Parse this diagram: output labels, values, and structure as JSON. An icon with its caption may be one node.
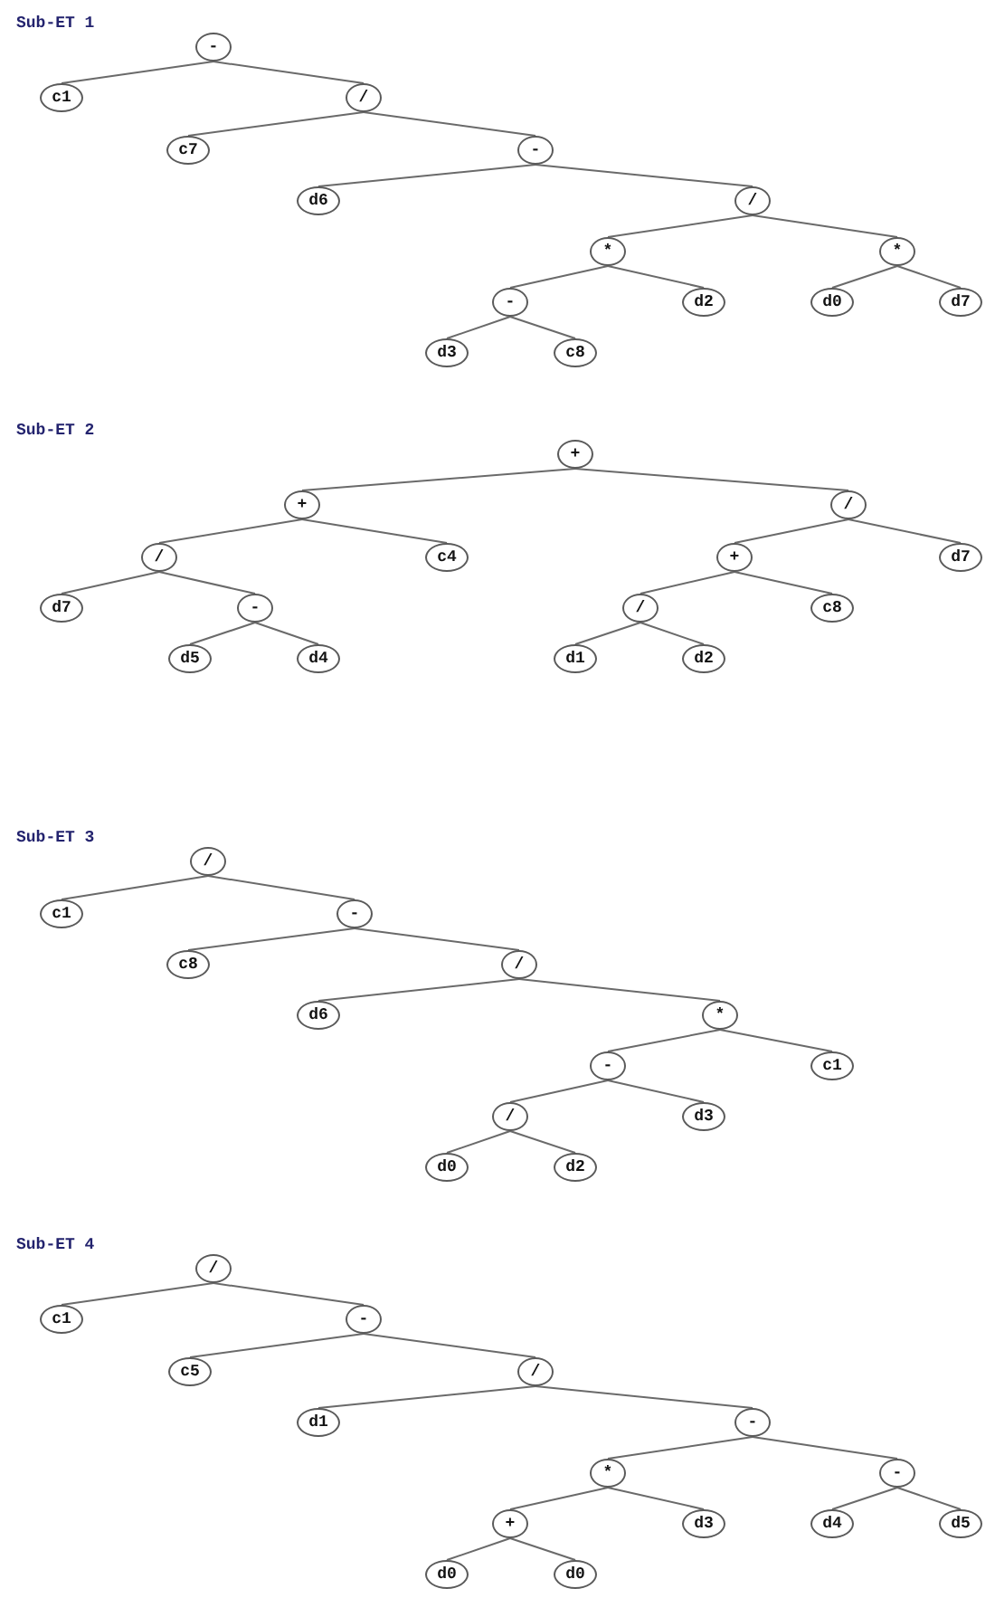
{
  "diagram": {
    "nodes": [
      {
        "text": [
          "-"
        ]
      },
      {
        "text": [
          "c1"
        ]
      },
      {
        "text": [
          "/"
        ]
      },
      {
        "text": [
          "c7"
        ]
      },
      {
        "text": [
          "-"
        ]
      },
      {
        "text": [
          "d6"
        ]
      },
      {
        "text": [
          "/"
        ]
      },
      {
        "text": [
          "*"
        ]
      },
      {
        "text": [
          "*"
        ]
      },
      {
        "text": [
          "-"
        ]
      },
      {
        "text": [
          "d2"
        ]
      },
      {
        "text": [
          "d0"
        ]
      },
      {
        "text": [
          "d7"
        ]
      },
      {
        "text": [
          "d3"
        ]
      },
      {
        "text": [
          "c8"
        ]
      },
      {
        "text": [
          "+"
        ]
      },
      {
        "text": [
          "+"
        ]
      },
      {
        "text": [
          "/"
        ]
      },
      {
        "text": [
          "/"
        ]
      },
      {
        "text": [
          "c4"
        ]
      },
      {
        "text": [
          "+"
        ]
      },
      {
        "text": [
          "d7"
        ]
      },
      {
        "text": [
          "d7"
        ]
      },
      {
        "text": [
          "-"
        ]
      },
      {
        "text": [
          "/"
        ]
      },
      {
        "text": [
          "c8"
        ]
      },
      {
        "text": [
          "d5"
        ]
      },
      {
        "text": [
          "d4"
        ]
      },
      {
        "text": [
          "d1"
        ]
      },
      {
        "text": [
          "d2"
        ]
      },
      {
        "text": [
          "/"
        ]
      },
      {
        "text": [
          "c1"
        ]
      },
      {
        "text": [
          "-"
        ]
      },
      {
        "text": [
          "c8"
        ]
      },
      {
        "text": [
          "/"
        ]
      },
      {
        "text": [
          "d6"
        ]
      },
      {
        "text": [
          "*"
        ]
      },
      {
        "text": [
          "-"
        ]
      },
      {
        "text": [
          "c1"
        ]
      },
      {
        "text": [
          "/"
        ]
      },
      {
        "text": [
          "d3"
        ]
      },
      {
        "text": [
          "d0"
        ]
      },
      {
        "text": [
          "d2"
        ]
      },
      {
        "text": [
          "/"
        ]
      },
      {
        "text": [
          "c1"
        ]
      },
      {
        "text": [
          "-"
        ]
      },
      {
        "text": [
          "c5"
        ]
      },
      {
        "text": [
          "/"
        ]
      },
      {
        "text": [
          "d1"
        ]
      },
      {
        "text": [
          "-"
        ]
      },
      {
        "text": [
          "*"
        ]
      },
      {
        "text": [
          "-"
        ]
      },
      {
        "text": [
          "+"
        ]
      },
      {
        "text": [
          "d3"
        ]
      },
      {
        "text": [
          "d4"
        ]
      },
      {
        "text": [
          "d5"
        ]
      },
      {
        "text": [
          "d0"
        ]
      },
      {
        "text": [
          "d0"
        ]
      }
    ],
    "edges": [
      {
        "from": 0,
        "to": 1,
        "arrow": "none"
      },
      {
        "from": 0,
        "to": 2,
        "arrow": "none"
      },
      {
        "from": 2,
        "to": 3,
        "arrow": "none"
      },
      {
        "from": 2,
        "to": 4,
        "arrow": "none"
      },
      {
        "from": 4,
        "to": 5,
        "arrow": "none"
      },
      {
        "from": 4,
        "to": 6,
        "arrow": "none"
      },
      {
        "from": 6,
        "to": 7,
        "arrow": "none"
      },
      {
        "from": 6,
        "to": 8,
        "arrow": "none"
      },
      {
        "from": 7,
        "to": 9,
        "arrow": "none"
      },
      {
        "from": 7,
        "to": 10,
        "arrow": "none"
      },
      {
        "from": 8,
        "to": 11,
        "arrow": "none"
      },
      {
        "from": 8,
        "to": 12,
        "arrow": "none"
      },
      {
        "from": 9,
        "to": 13,
        "arrow": "none"
      },
      {
        "from": 9,
        "to": 14,
        "arrow": "none"
      },
      {
        "from": 15,
        "to": 16,
        "arrow": "none"
      },
      {
        "from": 15,
        "to": 17,
        "arrow": "none"
      },
      {
        "from": 16,
        "to": 18,
        "arrow": "none"
      },
      {
        "from": 16,
        "to": 19,
        "arrow": "none"
      },
      {
        "from": 17,
        "to": 20,
        "arrow": "none"
      },
      {
        "from": 17,
        "to": 21,
        "arrow": "none"
      },
      {
        "from": 18,
        "to": 22,
        "arrow": "none"
      },
      {
        "from": 18,
        "to": 23,
        "arrow": "none"
      },
      {
        "from": 20,
        "to": 24,
        "arrow": "none"
      },
      {
        "from": 20,
        "to": 25,
        "arrow": "none"
      },
      {
        "from": 23,
        "to": 26,
        "arrow": "none"
      },
      {
        "from": 23,
        "to": 27,
        "arrow": "none"
      },
      {
        "from": 24,
        "to": 28,
        "arrow": "none"
      },
      {
        "from": 24,
        "to": 29,
        "arrow": "none"
      },
      {
        "from": 30,
        "to": 31,
        "arrow": "none"
      },
      {
        "from": 30,
        "to": 32,
        "arrow": "none"
      },
      {
        "from": 32,
        "to": 33,
        "arrow": "none"
      },
      {
        "from": 32,
        "to": 34,
        "arrow": "none"
      },
      {
        "from": 34,
        "to": 35,
        "arrow": "none"
      },
      {
        "from": 34,
        "to": 36,
        "arrow": "none"
      },
      {
        "from": 36,
        "to": 37,
        "arrow": "none"
      },
      {
        "from": 36,
        "to": 38,
        "arrow": "none"
      },
      {
        "from": 37,
        "to": 39,
        "arrow": "none"
      },
      {
        "from": 37,
        "to": 40,
        "arrow": "none"
      },
      {
        "from": 39,
        "to": 41,
        "arrow": "none"
      },
      {
        "from": 39,
        "to": 42,
        "arrow": "none"
      },
      {
        "from": 43,
        "to": 44,
        "arrow": "none"
      },
      {
        "from": 43,
        "to": 45,
        "arrow": "none"
      },
      {
        "from": 45,
        "to": 46,
        "arrow": "none"
      },
      {
        "from": 45,
        "to": 47,
        "arrow": "none"
      },
      {
        "from": 47,
        "to": 48,
        "arrow": "none"
      },
      {
        "from": 47,
        "to": 49,
        "arrow": "none"
      },
      {
        "from": 49,
        "to": 50,
        "arrow": "none"
      },
      {
        "from": 49,
        "to": 51,
        "arrow": "none"
      },
      {
        "from": 50,
        "to": 52,
        "arrow": "none"
      },
      {
        "from": 50,
        "to": 53,
        "arrow": "none"
      },
      {
        "from": 51,
        "to": 54,
        "arrow": "none"
      },
      {
        "from": 51,
        "to": 55,
        "arrow": "none"
      },
      {
        "from": 52,
        "to": 56,
        "arrow": "none"
      },
      {
        "from": 52,
        "to": 57,
        "arrow": "none"
      }
    ],
    "labels": [
      "Sub-ET 1",
      "Sub-ET 2",
      "Sub-ET 3",
      "Sub-ET 4"
    ]
  }
}
